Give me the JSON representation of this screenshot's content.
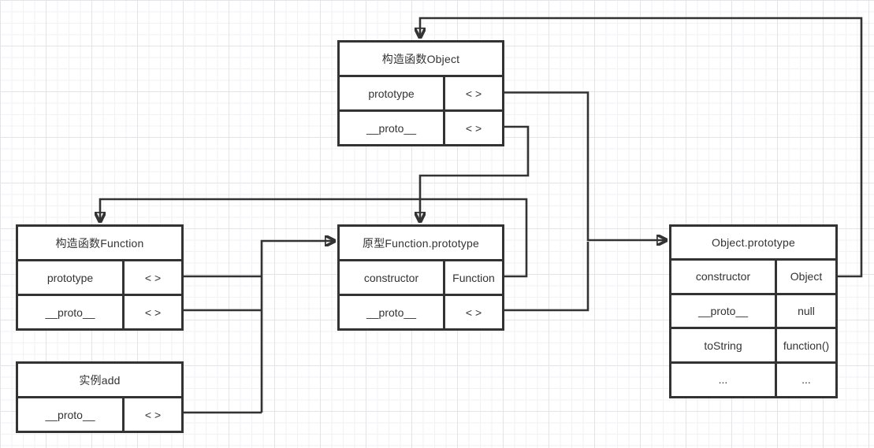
{
  "diagram": {
    "title": "JavaScript prototype chain diagram",
    "colors": {
      "line": "#333333",
      "text": "#333333",
      "node_fill": "#ffffff",
      "grid_minor": "#f1f2f4",
      "grid_major": "#e2e4e7",
      "background": "#ffffff"
    },
    "nodes": [
      {
        "id": "constructor-object",
        "title": "构造函数Object",
        "rows": [
          {
            "left": "prototype",
            "right": "< >"
          },
          {
            "left": "__proto__",
            "right": "< >"
          }
        ]
      },
      {
        "id": "constructor-function",
        "title": "构造函数Function",
        "rows": [
          {
            "left": "prototype",
            "right": "< >"
          },
          {
            "left": "__proto__",
            "right": "< >"
          }
        ]
      },
      {
        "id": "function-prototype",
        "title": "原型Function.prototype",
        "rows": [
          {
            "left": "constructor",
            "right": "Function"
          },
          {
            "left": "__proto__",
            "right": "< >"
          }
        ]
      },
      {
        "id": "object-prototype",
        "title": "Object.prototype",
        "rows": [
          {
            "left": "constructor",
            "right": "Object"
          },
          {
            "left": "__proto__",
            "right": "null"
          },
          {
            "left": "toString",
            "right": "function()"
          },
          {
            "left": "...",
            "right": "..."
          }
        ]
      },
      {
        "id": "instance-add",
        "title": "实例add",
        "rows": [
          {
            "left": "__proto__",
            "right": "< >"
          }
        ]
      }
    ],
    "edges": [
      {
        "from": "构造函数Object.prototype",
        "to": "Object.prototype"
      },
      {
        "from": "构造函数Object.__proto__",
        "to": "原型Function.prototype"
      },
      {
        "from": "原型Function.prototype.constructor",
        "to": "构造函数Function"
      },
      {
        "from": "原型Function.prototype.__proto__",
        "to": "Object.prototype"
      },
      {
        "from": "构造函数Function.prototype",
        "to": "原型Function.prototype"
      },
      {
        "from": "构造函数Function.__proto__",
        "to": "原型Function.prototype"
      },
      {
        "from": "实例add.__proto__",
        "to": "原型Function.prototype"
      },
      {
        "from": "Object.prototype.constructor",
        "to": "构造函数Object"
      }
    ]
  }
}
